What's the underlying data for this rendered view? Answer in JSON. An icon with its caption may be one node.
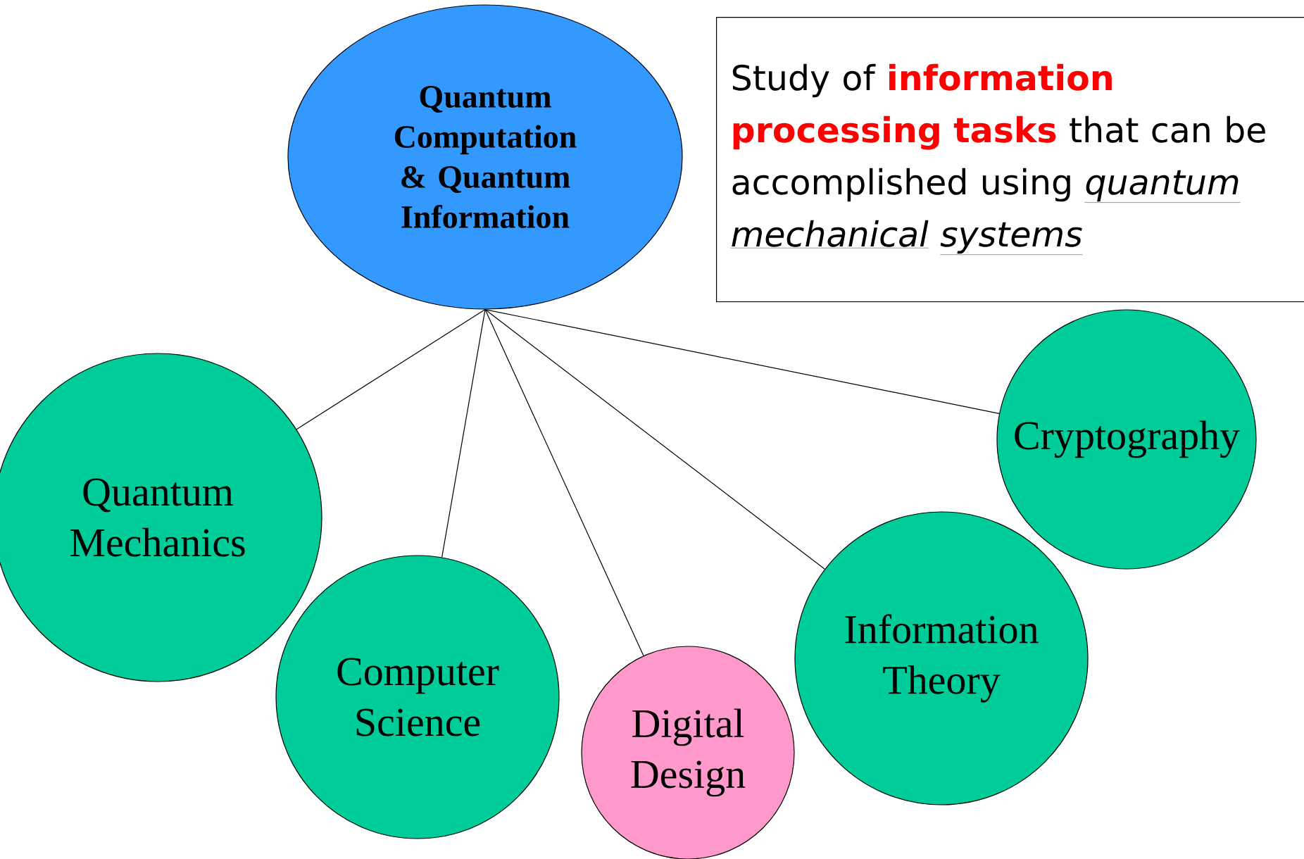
{
  "diagram": {
    "nodes": [
      {
        "text": [
          "Quantum Computation & Quantum Information"
        ]
      },
      {
        "text": [
          "Study of **information processing tasks** that can be accomplished using *quantum mechanical systems*"
        ]
      },
      {
        "text": [
          "Quantum Mechanics"
        ]
      },
      {
        "text": [
          "Computer Science"
        ]
      },
      {
        "text": [
          "Digital Design"
        ]
      },
      {
        "text": [
          "Information Theory"
        ]
      },
      {
        "text": [
          "Cryptography"
        ]
      }
    ],
    "edges": [
      {
        "from": 0,
        "to": 2,
        "arrow": "none"
      },
      {
        "from": 0,
        "to": 3,
        "arrow": "none"
      },
      {
        "from": 0,
        "to": 4,
        "arrow": "none"
      },
      {
        "from": 0,
        "to": 5,
        "arrow": "none"
      },
      {
        "from": 0,
        "to": 6,
        "arrow": "none"
      }
    ]
  }
}
